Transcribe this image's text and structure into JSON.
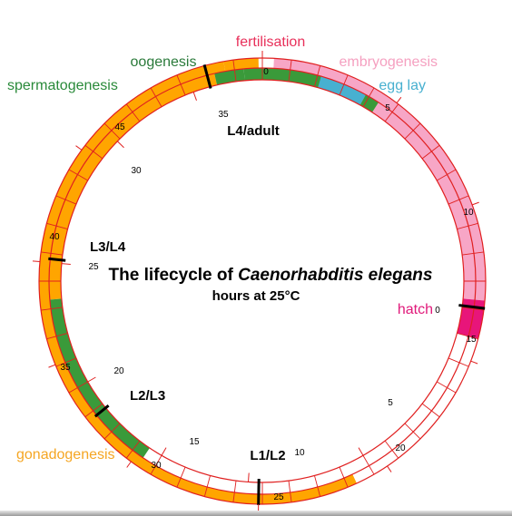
{
  "title": {
    "prefix": "The lifecycle of ",
    "species": "Caenorhabditis elegans"
  },
  "subtitle": "hours at 25°C",
  "phases": {
    "fertilisation": {
      "label": "fertilisation",
      "color": "#e8305a"
    },
    "embryogenesis": {
      "label": "embryogenesis",
      "color": "#f5a0c0"
    },
    "egg_lay": {
      "label": "egg lay",
      "color": "#48b0d0"
    },
    "oogenesis": {
      "label": "oogenesis",
      "color": "#2a7a3a"
    },
    "spermatogenesis": {
      "label": "spermatogenesis",
      "color": "#2a8a3a"
    },
    "gonadogenesis": {
      "label": "gonadogenesis",
      "color": "#f5a623"
    },
    "hatch": {
      "label": "hatch",
      "color": "#e0197a"
    }
  },
  "stages": {
    "l1_l2": "L1/L2",
    "l2_l3": "L2/L3",
    "l3_l4": "L3/L4",
    "l4_adult": "L4/adult"
  },
  "colors": {
    "ring_stroke": "#e02020",
    "orange": "#ffa500",
    "pink": "#f7a6c6",
    "hatch_pink": "#e8157a",
    "green": "#3a9a3a",
    "blue": "#48b0d0"
  },
  "ticks": {
    "embryo": [
      "0",
      "5",
      "10"
    ],
    "hatch_zero": "0",
    "outer": [
      "15",
      "20",
      "25",
      "30",
      "35",
      "40",
      "45"
    ],
    "inner": [
      "5",
      "10",
      "15",
      "20",
      "25",
      "30",
      "35"
    ]
  }
}
